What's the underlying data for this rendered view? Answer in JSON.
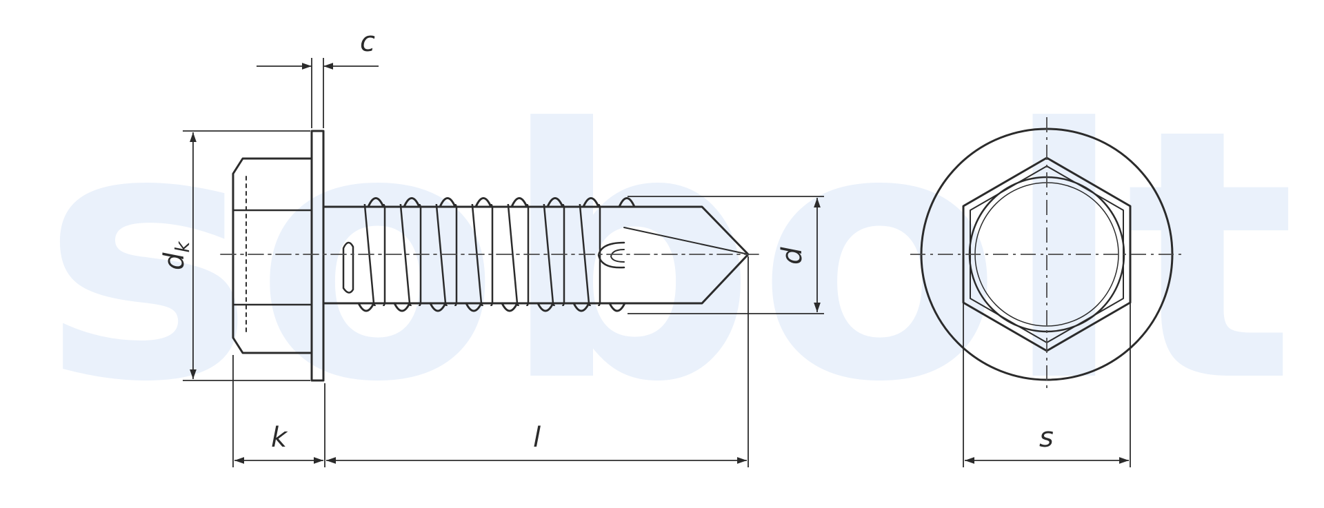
{
  "watermark": {
    "text": "sobolt",
    "color": "#eaf1fb"
  },
  "colors": {
    "line": "#2b2b2b",
    "thin": "#4a4a4a"
  },
  "labels": {
    "c": "c",
    "dk_main": "d",
    "dk_sub": "k",
    "d": "d",
    "k": "k",
    "l": "l",
    "s": "s"
  }
}
